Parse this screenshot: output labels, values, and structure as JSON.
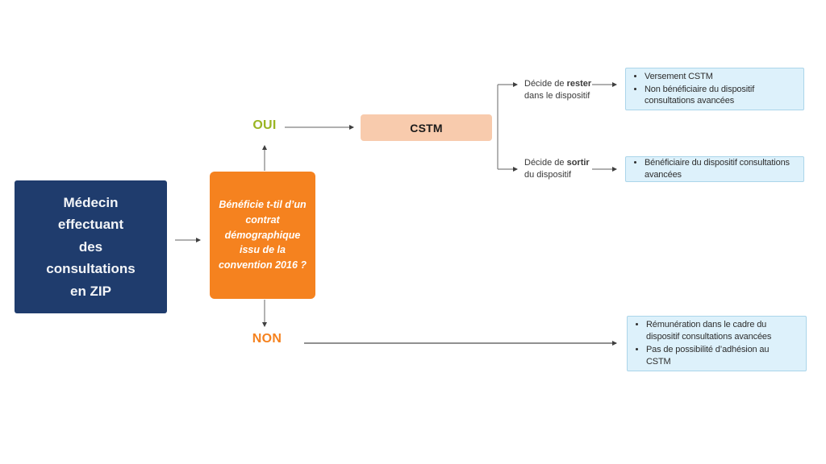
{
  "diagram": {
    "type": "flowchart",
    "nodes": {
      "start_text": "Médecin\neffectuant\ndes\nconsultations\nen ZIP",
      "question_text": "Bénéficie t-til d’un\ncontrat\ndémographique\nissu de la\nconvention 2016 ?",
      "cstm_label": "CSTM",
      "yes_label": "OUI",
      "no_label": "NON"
    },
    "branches": {
      "stay": {
        "line1_prefix": "Décide de ",
        "line1_bold": "rester",
        "line2": "dans le dispositif"
      },
      "leave": {
        "line1_prefix": "Décide de ",
        "line1_bold": "sortir",
        "line2": "du dispositif"
      }
    },
    "outcomes": {
      "stay": {
        "items": [
          "Versement CSTM",
          "Non bénéficiaire du dispositif consultations avancées"
        ]
      },
      "leave": {
        "items": [
          "Bénéficiaire du dispositif consultations avancées"
        ]
      },
      "no": {
        "items": [
          "Rémunération dans le cadre du dispositif consultations avancées",
          "Pas de possibilité d’adhésion au CSTM"
        ]
      }
    },
    "colors": {
      "start_node": "#1f3c6d",
      "question_node": "#f5821f",
      "cstm_node": "#f8cbad",
      "outcome_fill": "#ddf1fb",
      "outcome_border": "#abd5ea",
      "yes_green": "#9ab522",
      "no_orange": "#f5821f",
      "connector_gray": "#808080",
      "arrowhead": "#3f3f3f"
    }
  }
}
